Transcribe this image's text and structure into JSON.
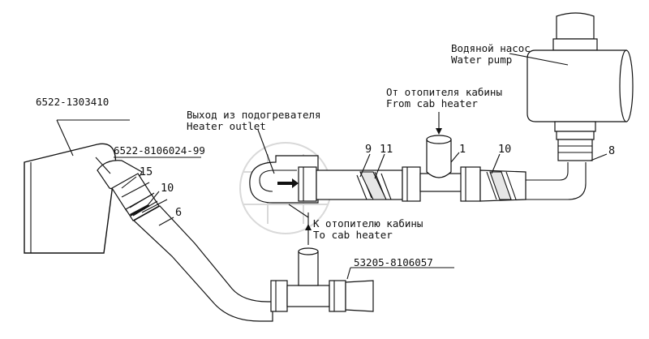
{
  "labels": {
    "part_6522_1303410": "6522-1303410",
    "part_6522_8106024_99": "6522-8106024-99",
    "part_53205_8106057": "53205-8106057",
    "heater_outlet_ru": "Выход из подогревателя",
    "heater_outlet_en": "Heater outlet",
    "from_cab_heater_ru": "От отопителя кабины",
    "from_cab_heater_en": "From cab heater",
    "to_cab_heater_ru": "К отопителю кабины",
    "to_cab_heater_en": "To cab heater",
    "water_pump_ru": "Водяной насос",
    "water_pump_en": "Water pump"
  },
  "callouts": {
    "c15": "15",
    "c10_left": "10",
    "c6": "6",
    "c9": "9",
    "c11": "11",
    "c1": "1",
    "c10_right": "10",
    "c8": "8"
  }
}
